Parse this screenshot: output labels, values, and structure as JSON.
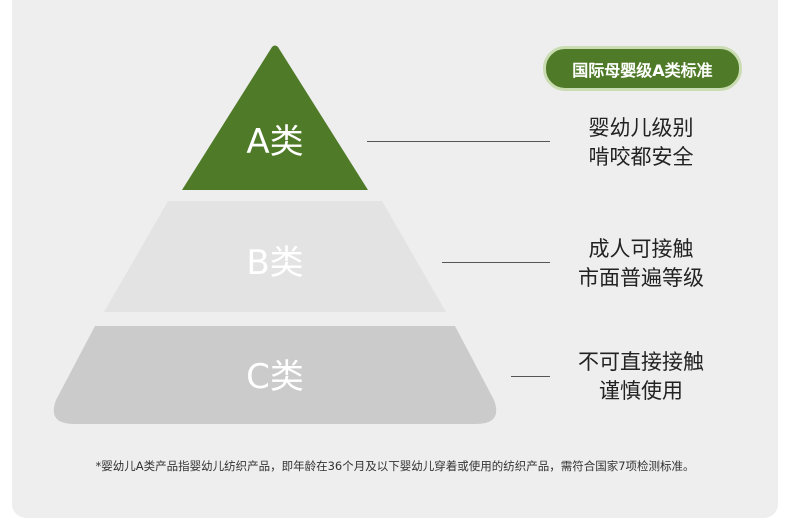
{
  "badge": {
    "text": "国际母婴级A类标准",
    "color": "#4f7a28"
  },
  "tiers": [
    {
      "label": "A类",
      "color": "#4f7a28",
      "desc": [
        "婴幼儿级别",
        "啃咬都安全"
      ]
    },
    {
      "label": "B类",
      "color": "#e3e3e3",
      "desc": [
        "成人可接触",
        "市面普遍等级"
      ]
    },
    {
      "label": "C类",
      "color": "#cbcbcb",
      "desc": [
        "不可直接接触",
        "谨慎使用"
      ]
    }
  ],
  "footnote": "*婴幼儿A类产品指婴幼儿纺织产品，即年龄在36个月及以下婴幼儿穿着或使用的纺织产品，需符合国家7项检测标准。"
}
